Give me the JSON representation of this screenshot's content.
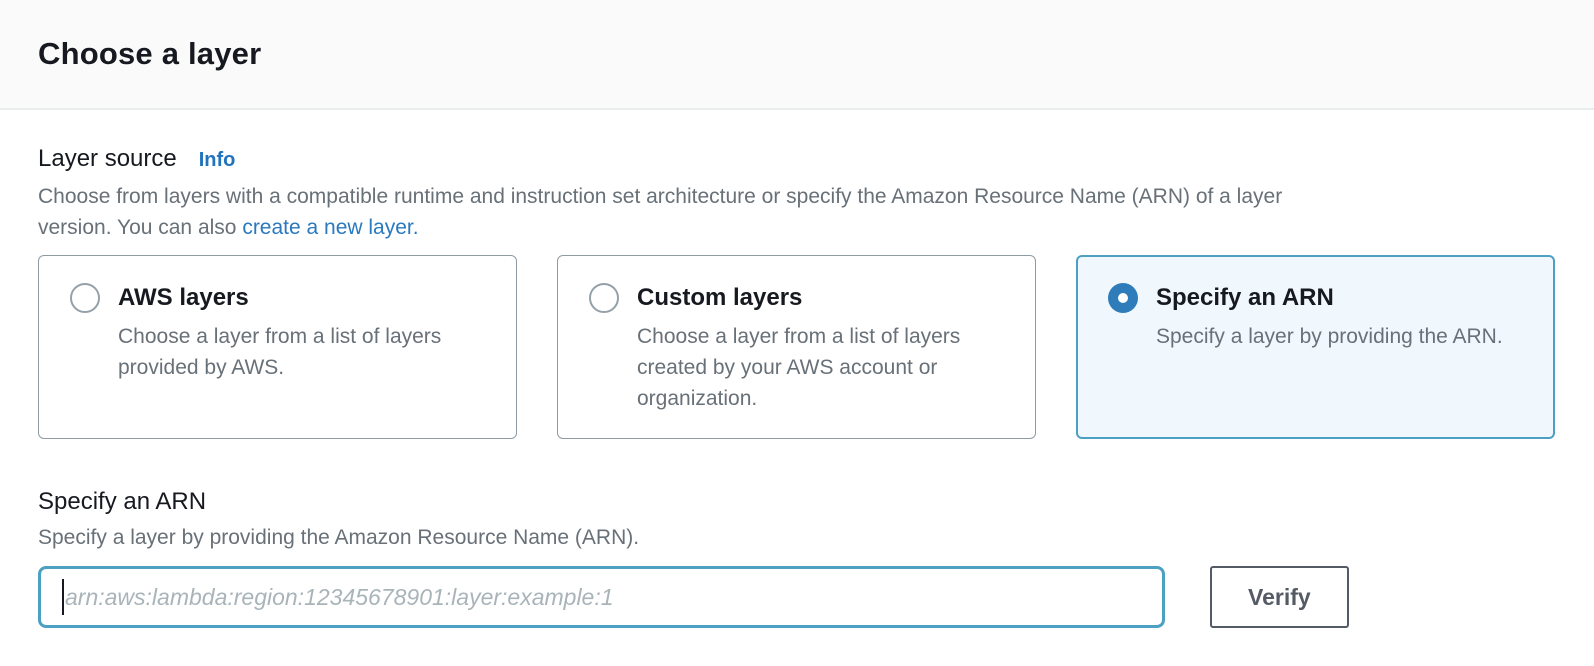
{
  "header": {
    "title": "Choose a layer"
  },
  "layer_source": {
    "label": "Layer source",
    "info_label": "Info",
    "description_line1": "Choose from layers with a compatible runtime and instruction set architecture or specify the Amazon Resource Name (ARN) of a layer",
    "description_line2_prefix": "version. You can also ",
    "create_link_label": "create a new layer."
  },
  "options": [
    {
      "title": "AWS layers",
      "description": "Choose a layer from a list of layers provided by AWS.",
      "selected": false
    },
    {
      "title": "Custom layers",
      "description": "Choose a layer from a list of layers created by your AWS account or organization.",
      "selected": false
    },
    {
      "title": "Specify an ARN",
      "description": "Specify a layer by providing the ARN.",
      "selected": true
    }
  ],
  "arn_section": {
    "title": "Specify an ARN",
    "description": "Specify a layer by providing the Amazon Resource Name (ARN).",
    "input_value": "",
    "input_placeholder": "arn:aws:lambda:region:12345678901:layer:example:1",
    "verify_label": "Verify"
  },
  "colors": {
    "link_blue": "#2173bd",
    "radio_selected_blue": "#2e7cb9",
    "selected_border_teal": "#4ca0c2",
    "selected_card_bg": "#f1f8fd",
    "secondary_text": "#687078",
    "primary_text": "#16191f",
    "card_border_gray": "#8f9ba3",
    "header_bg": "#fafafa",
    "divider": "#eaeded",
    "button_gray": "#545b64"
  }
}
